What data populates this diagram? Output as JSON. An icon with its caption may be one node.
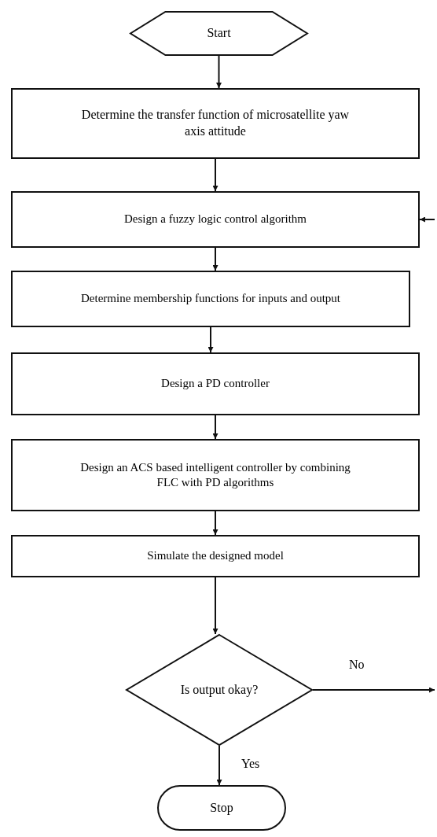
{
  "diagram": {
    "nodes": [
      {
        "text": [
          "Start"
        ]
      },
      {
        "text": [
          "Determine the transfer function of microsatellite yaw axis attitude"
        ]
      },
      {
        "text": [
          "Design a fuzzy logic control algorithm"
        ]
      },
      {
        "text": [
          "Determine membership functions for inputs and output"
        ]
      },
      {
        "text": [
          "Design a PD controller"
        ]
      },
      {
        "text": [
          "Design an ACS based intelligent controller by combining FLC with PD algorithms"
        ]
      },
      {
        "text": [
          "Simulate the designed model"
        ]
      },
      {
        "text": [
          "Is output okay?"
        ]
      },
      {
        "text": [
          "Stop"
        ]
      }
    ],
    "edges": [
      {
        "from": 0,
        "to": 1,
        "arrow": "to"
      },
      {
        "from": 1,
        "to": 2,
        "arrow": "to"
      },
      {
        "from": 2,
        "to": 3,
        "arrow": "to"
      },
      {
        "from": 3,
        "to": 4,
        "arrow": "to"
      },
      {
        "from": 4,
        "to": 5,
        "arrow": "to"
      },
      {
        "from": 5,
        "to": 6,
        "arrow": "to"
      },
      {
        "from": 6,
        "to": 7,
        "arrow": "to"
      },
      {
        "from": 7,
        "to": 8,
        "arrow": "to",
        "label": "Yes"
      },
      {
        "from": 7,
        "to": null,
        "arrow": "to",
        "label": "No"
      },
      {
        "from": null,
        "to": 2,
        "arrow": "to"
      }
    ]
  }
}
